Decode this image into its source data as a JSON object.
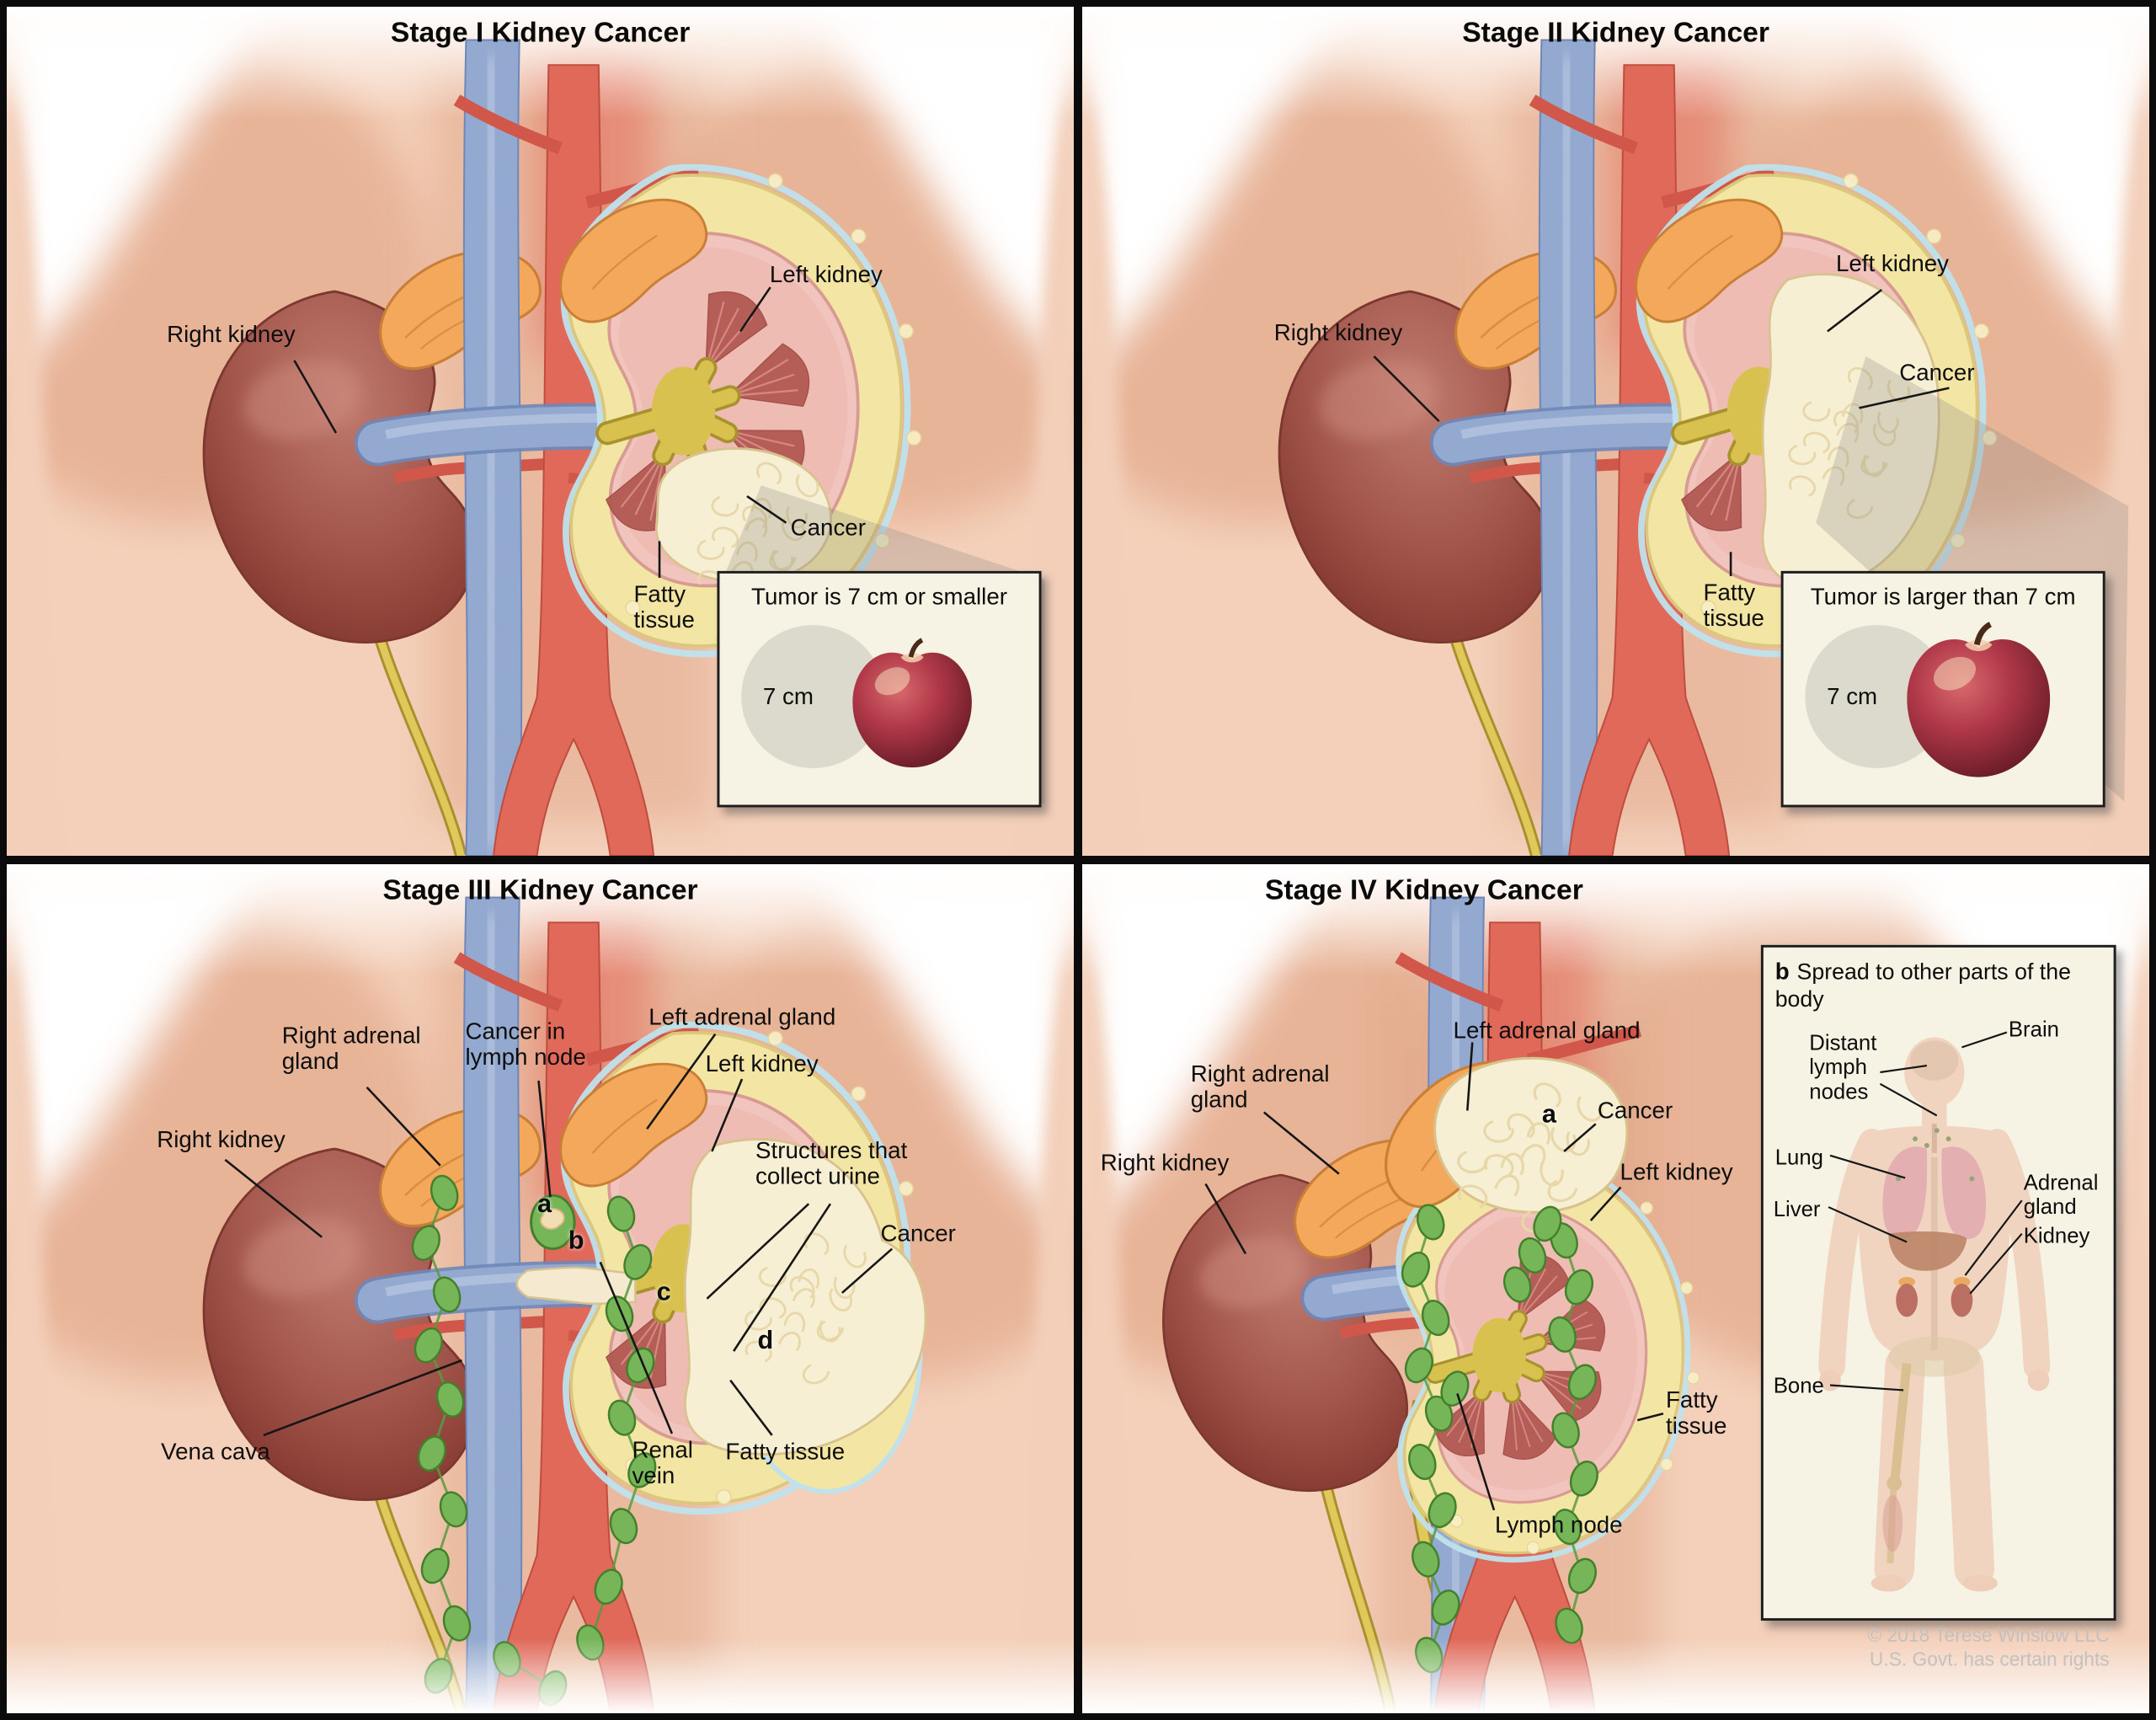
{
  "credit": {
    "line1": "© 2018 Terese Winslow LLC",
    "line2": "U.S. Govt. has certain rights"
  },
  "palette": {
    "skin": "#f4d0ba",
    "muscle": "#e6b093",
    "vena_cava_blue": "#93a9cf",
    "aorta_red": "#e0695a",
    "kidney_brown": "#a3564c",
    "adrenal_orange": "#f3a85c",
    "fat_yellow": "#f3e5a4",
    "tumor_cream": "#f7efd3",
    "lymph_green": "#76b558",
    "capsule_blue": "#bfe2ec",
    "inset_bg": "#f7f3e4",
    "circle_gray": "#dcdacc",
    "apple_red": "#8e2734",
    "label_black": "#0e0e0e"
  },
  "stage1": {
    "title": "Stage I Kidney Cancer",
    "labels": {
      "right_kidney": "Right kidney",
      "left_kidney": "Left kidney",
      "cancer": "Cancer",
      "fatty_tissue": "Fatty tissue"
    },
    "inset": {
      "title": "Tumor is 7 cm or smaller",
      "circle_label": "7 cm"
    }
  },
  "stage2": {
    "title": "Stage II Kidney Cancer",
    "labels": {
      "right_kidney": "Right kidney",
      "left_kidney": "Left kidney",
      "cancer": "Cancer",
      "fatty_tissue": "Fatty tissue"
    },
    "inset": {
      "title": "Tumor is larger than 7 cm",
      "circle_label": "7 cm"
    }
  },
  "stage3": {
    "title": "Stage III Kidney Cancer",
    "labels": {
      "right_adrenal_gland": "Right adrenal gland",
      "cancer_in_lymph_node": "Cancer in lymph node",
      "left_adrenal_gland": "Left adrenal gland",
      "left_kidney": "Left kidney",
      "right_kidney": "Right kidney",
      "structures_that_collect_urine": "Structures that collect urine",
      "cancer": "Cancer",
      "vena_cava": "Vena cava",
      "renal_vein": "Renal vein",
      "fatty_tissue": "Fatty tissue"
    },
    "markers": {
      "a": "a",
      "b": "b",
      "c": "c",
      "d": "d"
    }
  },
  "stage4": {
    "title": "Stage IV Kidney Cancer",
    "labels": {
      "right_adrenal_gland": "Right adrenal gland",
      "left_adrenal_gland": "Left adrenal gland",
      "right_kidney": "Right kidney",
      "cancer": "Cancer",
      "left_kidney": "Left kidney",
      "fatty_tissue": "Fatty tissue",
      "lymph_node": "Lymph node"
    },
    "markers": {
      "a": "a"
    },
    "inset": {
      "marker": "b",
      "title": "Spread to other parts of the body",
      "labels": {
        "brain": "Brain",
        "distant_lymph_nodes": "Distant lymph nodes",
        "lung": "Lung",
        "liver": "Liver",
        "adrenal_gland": "Adrenal gland",
        "kidney": "Kidney",
        "bone": "Bone"
      }
    }
  }
}
